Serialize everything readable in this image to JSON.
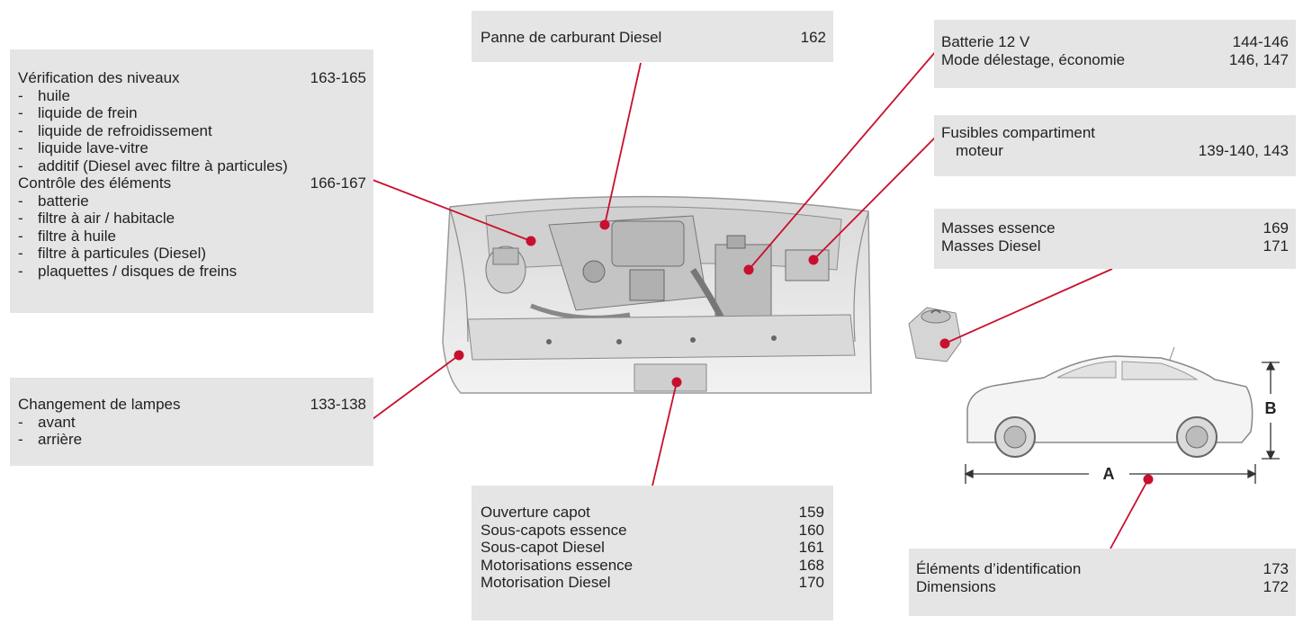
{
  "boxes": {
    "niveaux": {
      "title": "Vérification des niveaux",
      "pages": "163-165",
      "items": [
        "huile",
        "liquide de frein",
        "liquide de refroidissement",
        "liquide lave-vitre",
        "additif (Diesel avec filtre à particules)"
      ],
      "title2": "Contrôle des éléments",
      "pages2": "166-167",
      "items2": [
        "batterie",
        "filtre à air / habitacle",
        "filtre à huile",
        "filtre à particules (Diesel)",
        "plaquettes / disques de freins"
      ]
    },
    "lampes": {
      "title": "Changement de lampes",
      "pages": "133-138",
      "items": [
        "avant",
        "arrière"
      ]
    },
    "panne": {
      "title": "Panne de carburant Diesel",
      "pages": "162"
    },
    "capot": {
      "rows": [
        {
          "label": "Ouverture capot",
          "page": "159"
        },
        {
          "label": "Sous-capots essence",
          "page": "160"
        },
        {
          "label": "Sous-capot Diesel",
          "page": "161"
        },
        {
          "label": "Motorisations essence",
          "page": "168"
        },
        {
          "label": "Motorisation Diesel",
          "page": "170"
        }
      ]
    },
    "batterie": {
      "rows": [
        {
          "label": "Batterie 12 V",
          "page": "144-146"
        },
        {
          "label": "Mode délestage, économie",
          "page": "146, 147"
        }
      ]
    },
    "fusibles": {
      "title": "Fusibles compartiment",
      "label2": "moteur",
      "pages": "139-140, 143"
    },
    "masses": {
      "rows": [
        {
          "label": "Masses essence",
          "page": "169"
        },
        {
          "label": "Masses Diesel",
          "page": "171"
        }
      ]
    },
    "identification": {
      "rows": [
        {
          "label": "Éléments d’identification",
          "page": "173"
        },
        {
          "label": "Dimensions",
          "page": "172"
        }
      ]
    }
  },
  "dimension_labels": {
    "length": "A",
    "height": "B"
  },
  "dash": "-",
  "colors": {
    "box": "#e5e5e5",
    "leader": "#c8102e",
    "drawing": "#9a9a9a"
  }
}
